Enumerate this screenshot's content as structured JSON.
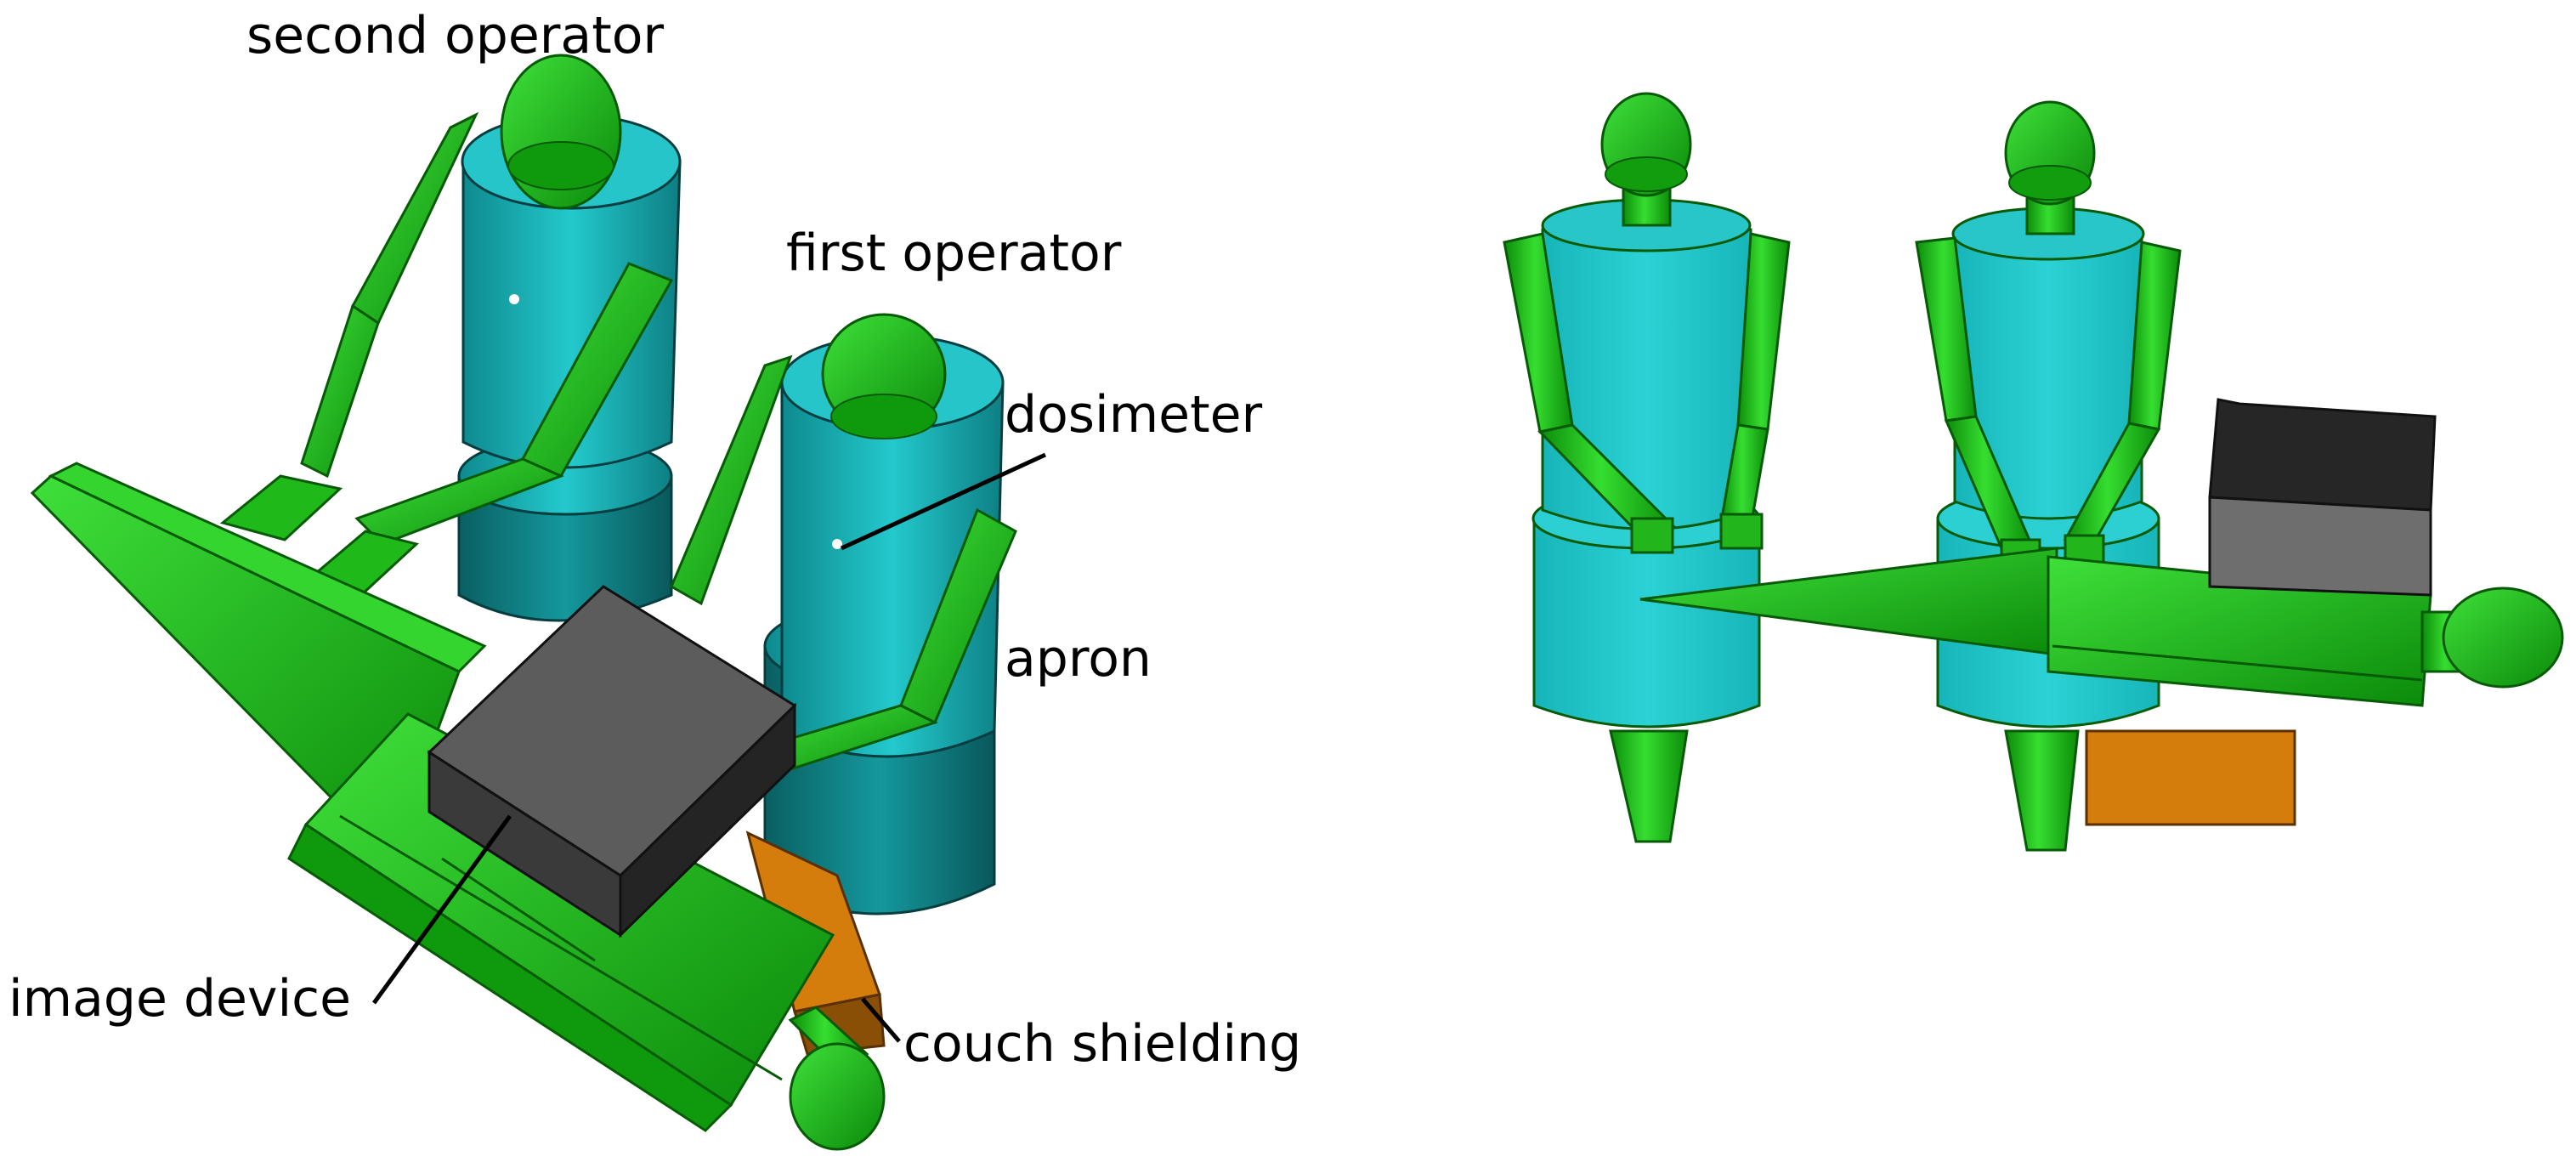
{
  "labels": {
    "second_operator": "second operator",
    "first_operator": "first operator",
    "dosimeter": "dosimeter",
    "apron": "apron",
    "image_device": "image device",
    "couch_shielding": "couch shielding"
  },
  "colors": {
    "phantom_green": "#22c41a",
    "phantom_dark_green": "#0d8a0b",
    "apron_cyan": "#1cc4c8",
    "apron_dark": "#0b6f73",
    "image_device": "#444444",
    "couch_shielding": "#d47c0c",
    "background": "#ffffff"
  }
}
